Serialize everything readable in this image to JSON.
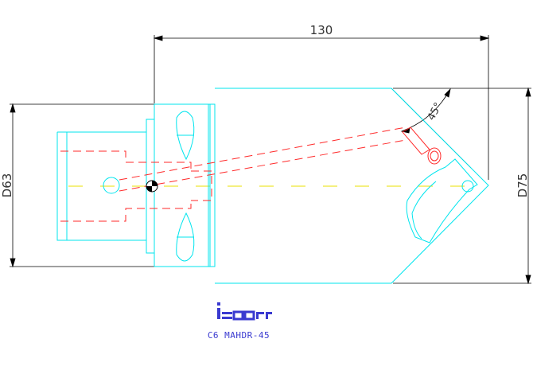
{
  "dimensions": {
    "overall_length": "130",
    "shank_diameter": "D63",
    "head_diameter": "D75",
    "approach_angle": "45°"
  },
  "logo": {
    "text": "iscar"
  },
  "model": {
    "label": "C6 MAHDR-45"
  },
  "colors": {
    "outline": "#00e5ee",
    "hidden": "#ff2a2a",
    "centerline": "#e8e000",
    "dimension": "#000000",
    "brand": "#3a3ad0"
  }
}
